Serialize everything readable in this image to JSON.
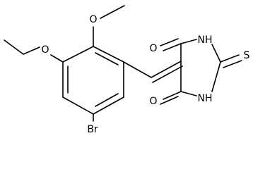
{
  "molecule": {
    "atoms": {
      "methoxy_o": "O",
      "ethoxy_o": "O",
      "bromine": "Br",
      "carbonyl_o_top": "O",
      "carbonyl_o_bottom": "O",
      "nh_top": "NH",
      "nh_bottom": "NH",
      "thione_s": "S"
    }
  }
}
